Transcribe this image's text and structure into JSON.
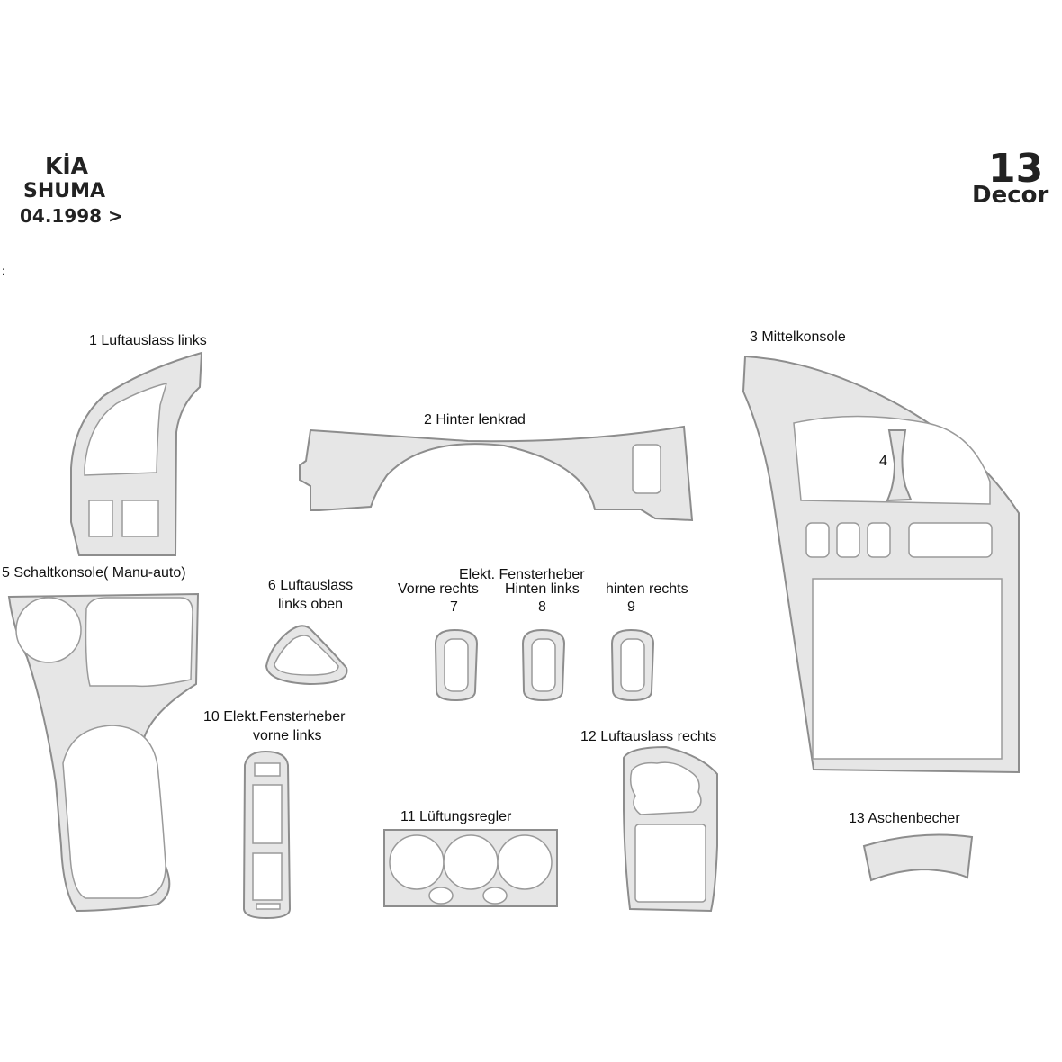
{
  "header": {
    "make": "KİA",
    "model": "SHUMA",
    "date": "04.1998 >",
    "mark": ":",
    "count": "13",
    "count_word": "Decor"
  },
  "labels": {
    "p1": "1  Luftauslass links",
    "p2": "2  Hinter lenkrad",
    "p3": "3  Mittelkonsole",
    "p4": "4",
    "p5": "5  Schaltkonsole( Manu-auto)",
    "p6_line1": "6  Luftauslass",
    "p6_line2": "links oben",
    "group_line1": "Elekt.  Fensterheber",
    "p7_desc": "Vorne rechts",
    "p8_desc": "Hinten links",
    "p9_desc": "hinten rechts",
    "p7": "7",
    "p8": "8",
    "p9": "9",
    "p10_line1": "10 Elekt.Fensterheber",
    "p10_line2": "vorne links",
    "p11": "11  Lüftungsregler",
    "p12": "12  Luftauslass rechts",
    "p13": "13  Aschenbecher"
  }
}
